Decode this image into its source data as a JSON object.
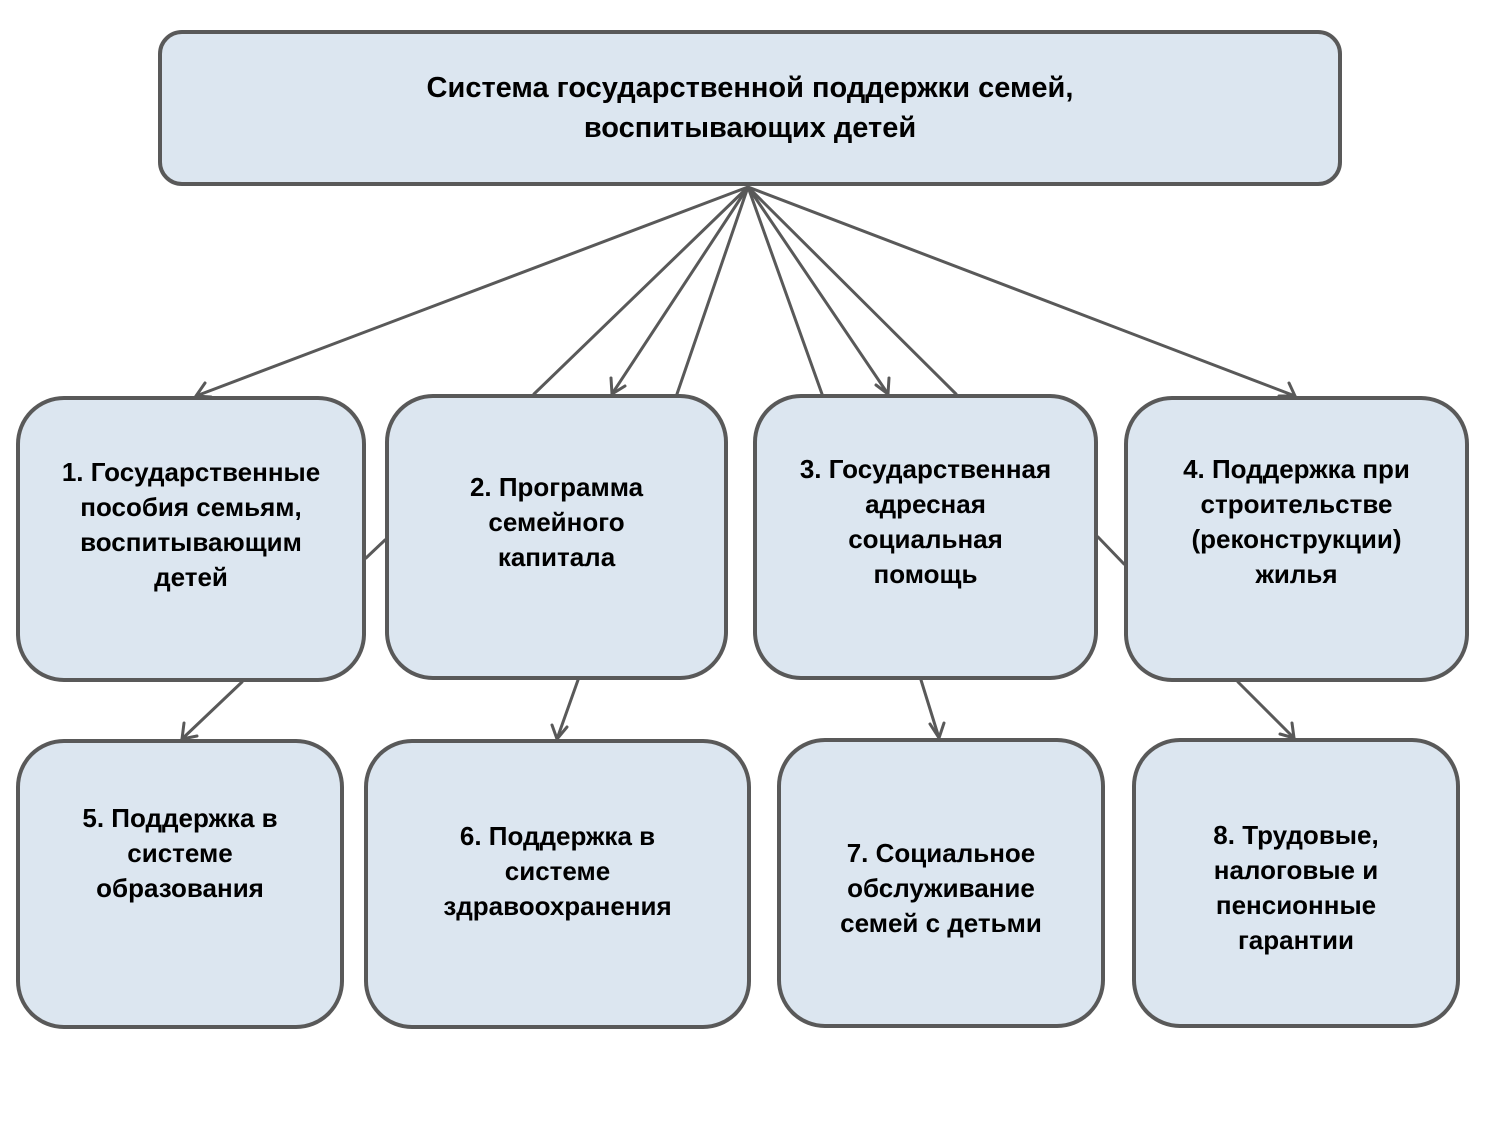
{
  "diagram": {
    "title": "Система государственной поддержки семей,\nвоспитывающих детей",
    "colors": {
      "box_fill": "#dce6f0",
      "box_border": "#595959",
      "connector": "#595959",
      "text": "#000000"
    },
    "nodes": [
      {
        "id": "1",
        "label": "1. Государственные\nпособия семьям,\nвоспитывающим\nдетей"
      },
      {
        "id": "2",
        "label": "2. Программа\nсемейного\nкапитала"
      },
      {
        "id": "3",
        "label": "3. Государственная\nадресная\nсоциальная\nпомощь"
      },
      {
        "id": "4",
        "label": "4. Поддержка при\nстроительстве\n(реконструкции)\nжилья"
      },
      {
        "id": "5",
        "label": "5. Поддержка в\nсистеме\nобразования"
      },
      {
        "id": "6",
        "label": "6. Поддержка в\nсистеме\nздравоохранения"
      },
      {
        "id": "7",
        "label": "7. Социальное\nобслуживание\nсемей с детьми"
      },
      {
        "id": "8",
        "label": "8. Трудовые,\nналоговые и\nпенсионные\nгарантии"
      }
    ],
    "edges": [
      {
        "from": "root",
        "to": "1"
      },
      {
        "from": "root",
        "to": "2"
      },
      {
        "from": "root",
        "to": "3"
      },
      {
        "from": "root",
        "to": "4"
      },
      {
        "from": "root",
        "to": "5"
      },
      {
        "from": "root",
        "to": "6"
      },
      {
        "from": "root",
        "to": "7"
      },
      {
        "from": "root",
        "to": "8"
      }
    ]
  }
}
